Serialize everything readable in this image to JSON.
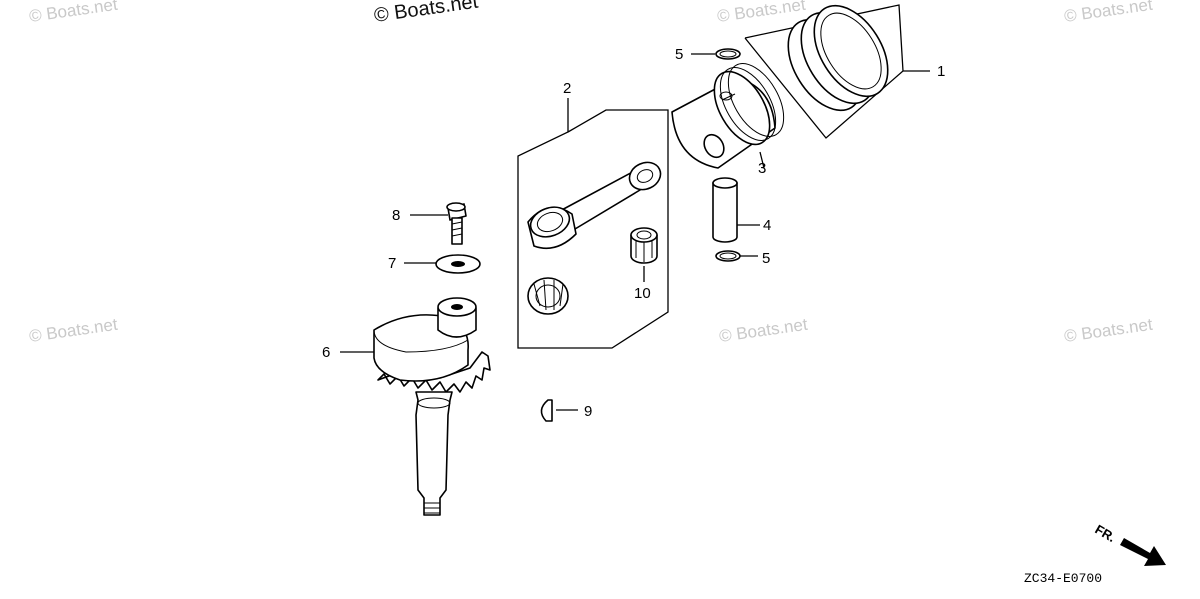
{
  "watermarks": {
    "main": "© Boats.net",
    "tiled": [
      "© Boats.net",
      "© Boats.net",
      "© Boats.net",
      "© Boats.net",
      "© Boats.net",
      "© Boats.net",
      "© Boats.net"
    ]
  },
  "callouts": {
    "c1": "1",
    "c2": "2",
    "c3": "3",
    "c4": "4",
    "c5a": "5",
    "c5b": "5",
    "c6": "6",
    "c7": "7",
    "c8": "8",
    "c9": "9",
    "c10": "10"
  },
  "direction": "FR.",
  "diagram_code": "ZC34-E0700"
}
